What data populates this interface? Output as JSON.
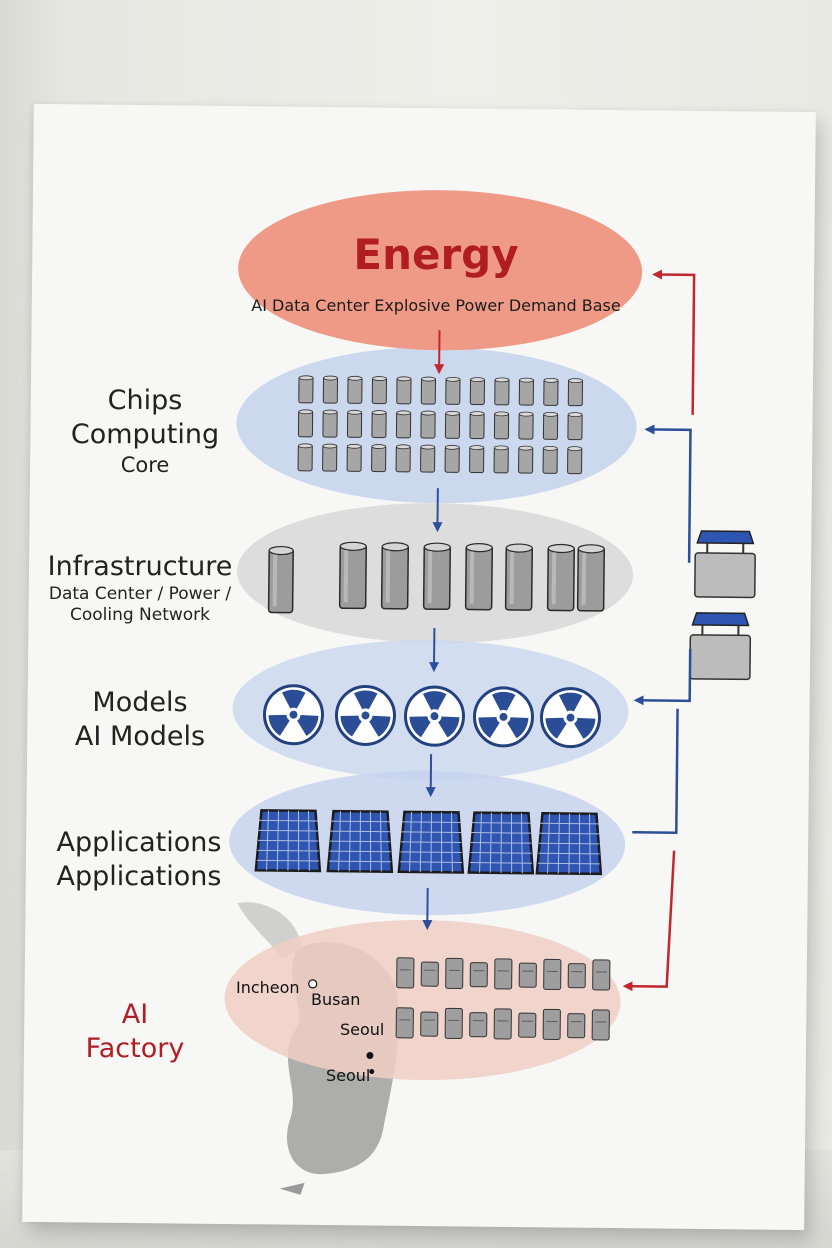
{
  "colors": {
    "energy_fill": "#ee9a86",
    "energy_title": "#b01e24",
    "chips_fill": "#c3d2ec",
    "infra_fill": "#d8d8d8",
    "models_fill": "#cbd8ee",
    "apps_fill": "#c7d4ee",
    "factory_fill": "#f0cfc6",
    "down_arrow": "#2c4f9a",
    "right_blue": "#2c4f9a",
    "right_red": "#c0282e",
    "ai_factory_text": "#b01e24",
    "map_fill": "#9a9a9a"
  },
  "energy": {
    "title": "Energy",
    "subtitle": "AI Data Center Explosive Power Demand Base"
  },
  "layers": {
    "chips": {
      "label1": "Chips",
      "label2": "Computing",
      "label3": "Core"
    },
    "infrastructure": {
      "label1": "Infrastructure",
      "label2": "Data Center / Power /",
      "label3": "Cooling Network"
    },
    "models": {
      "label1": "Models",
      "label2": "AI Models"
    },
    "applications": {
      "label1": "Applications",
      "label2": "Applications"
    },
    "factory": {
      "label1": "AI",
      "label2": "Factory"
    }
  },
  "map": {
    "cities": {
      "incheon": "Incheon",
      "busan": "Busan",
      "seoul1": "Seoul",
      "seoul2": "Seoul"
    }
  },
  "icons": {
    "chips": "chip-cylinder-icon",
    "infrastructure": "server-cylinder-icon",
    "models": "radiation-icon",
    "applications": "solar-panel-icon",
    "factory": "server-rack-icon",
    "side": "solar-station-icon"
  }
}
